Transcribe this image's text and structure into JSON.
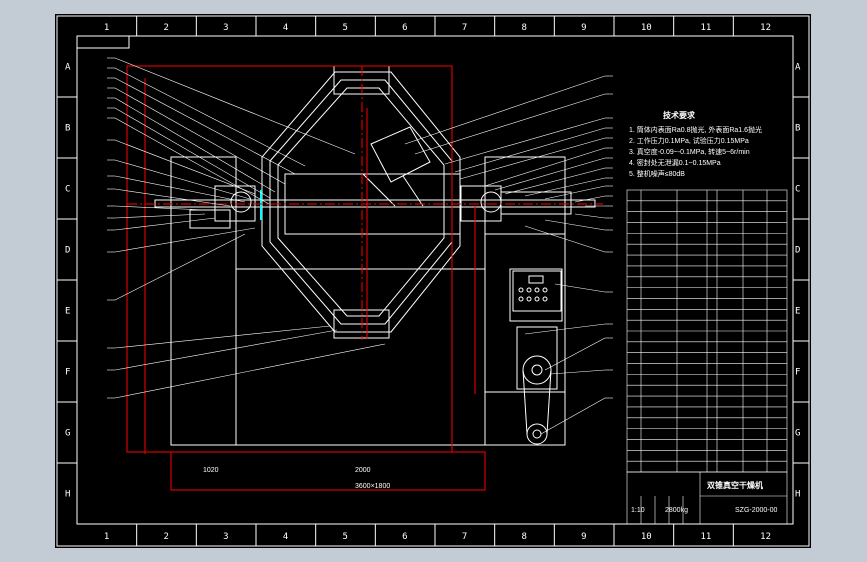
{
  "frame": {
    "columns": [
      "1",
      "2",
      "3",
      "4",
      "5",
      "6",
      "7",
      "8",
      "9",
      "10",
      "11",
      "12"
    ],
    "rows": [
      "A",
      "B",
      "C",
      "D",
      "E",
      "F",
      "G",
      "H"
    ]
  },
  "requirements": {
    "title": "技术要求",
    "lines": [
      "1. 筒体内表面Ra0.8抛光, 外表面Ra1.6抛光",
      "2. 工作压力0.1MPa, 试验压力0.15MPa",
      "3. 真空度-0.09~-0.1MPa, 转速5~6r/min",
      "4. 密封处无泄漏0.1~0.15MPa",
      "5. 整机噪声≤80dB"
    ]
  },
  "dimensions": {
    "left_bottom": "1020",
    "mid_bottom": "2000",
    "overall": "3600×1800"
  },
  "title_block": {
    "name": "双锥真空干燥机",
    "drawing_no": "SZG-2000-00",
    "scale": "1:10",
    "weight": "2800kg"
  },
  "colors": {
    "frame": "#ffffff",
    "geometry": "#ffffff",
    "centerline": "#ff0000",
    "cyan": "#00ffff",
    "leaders": "#ffffff"
  }
}
